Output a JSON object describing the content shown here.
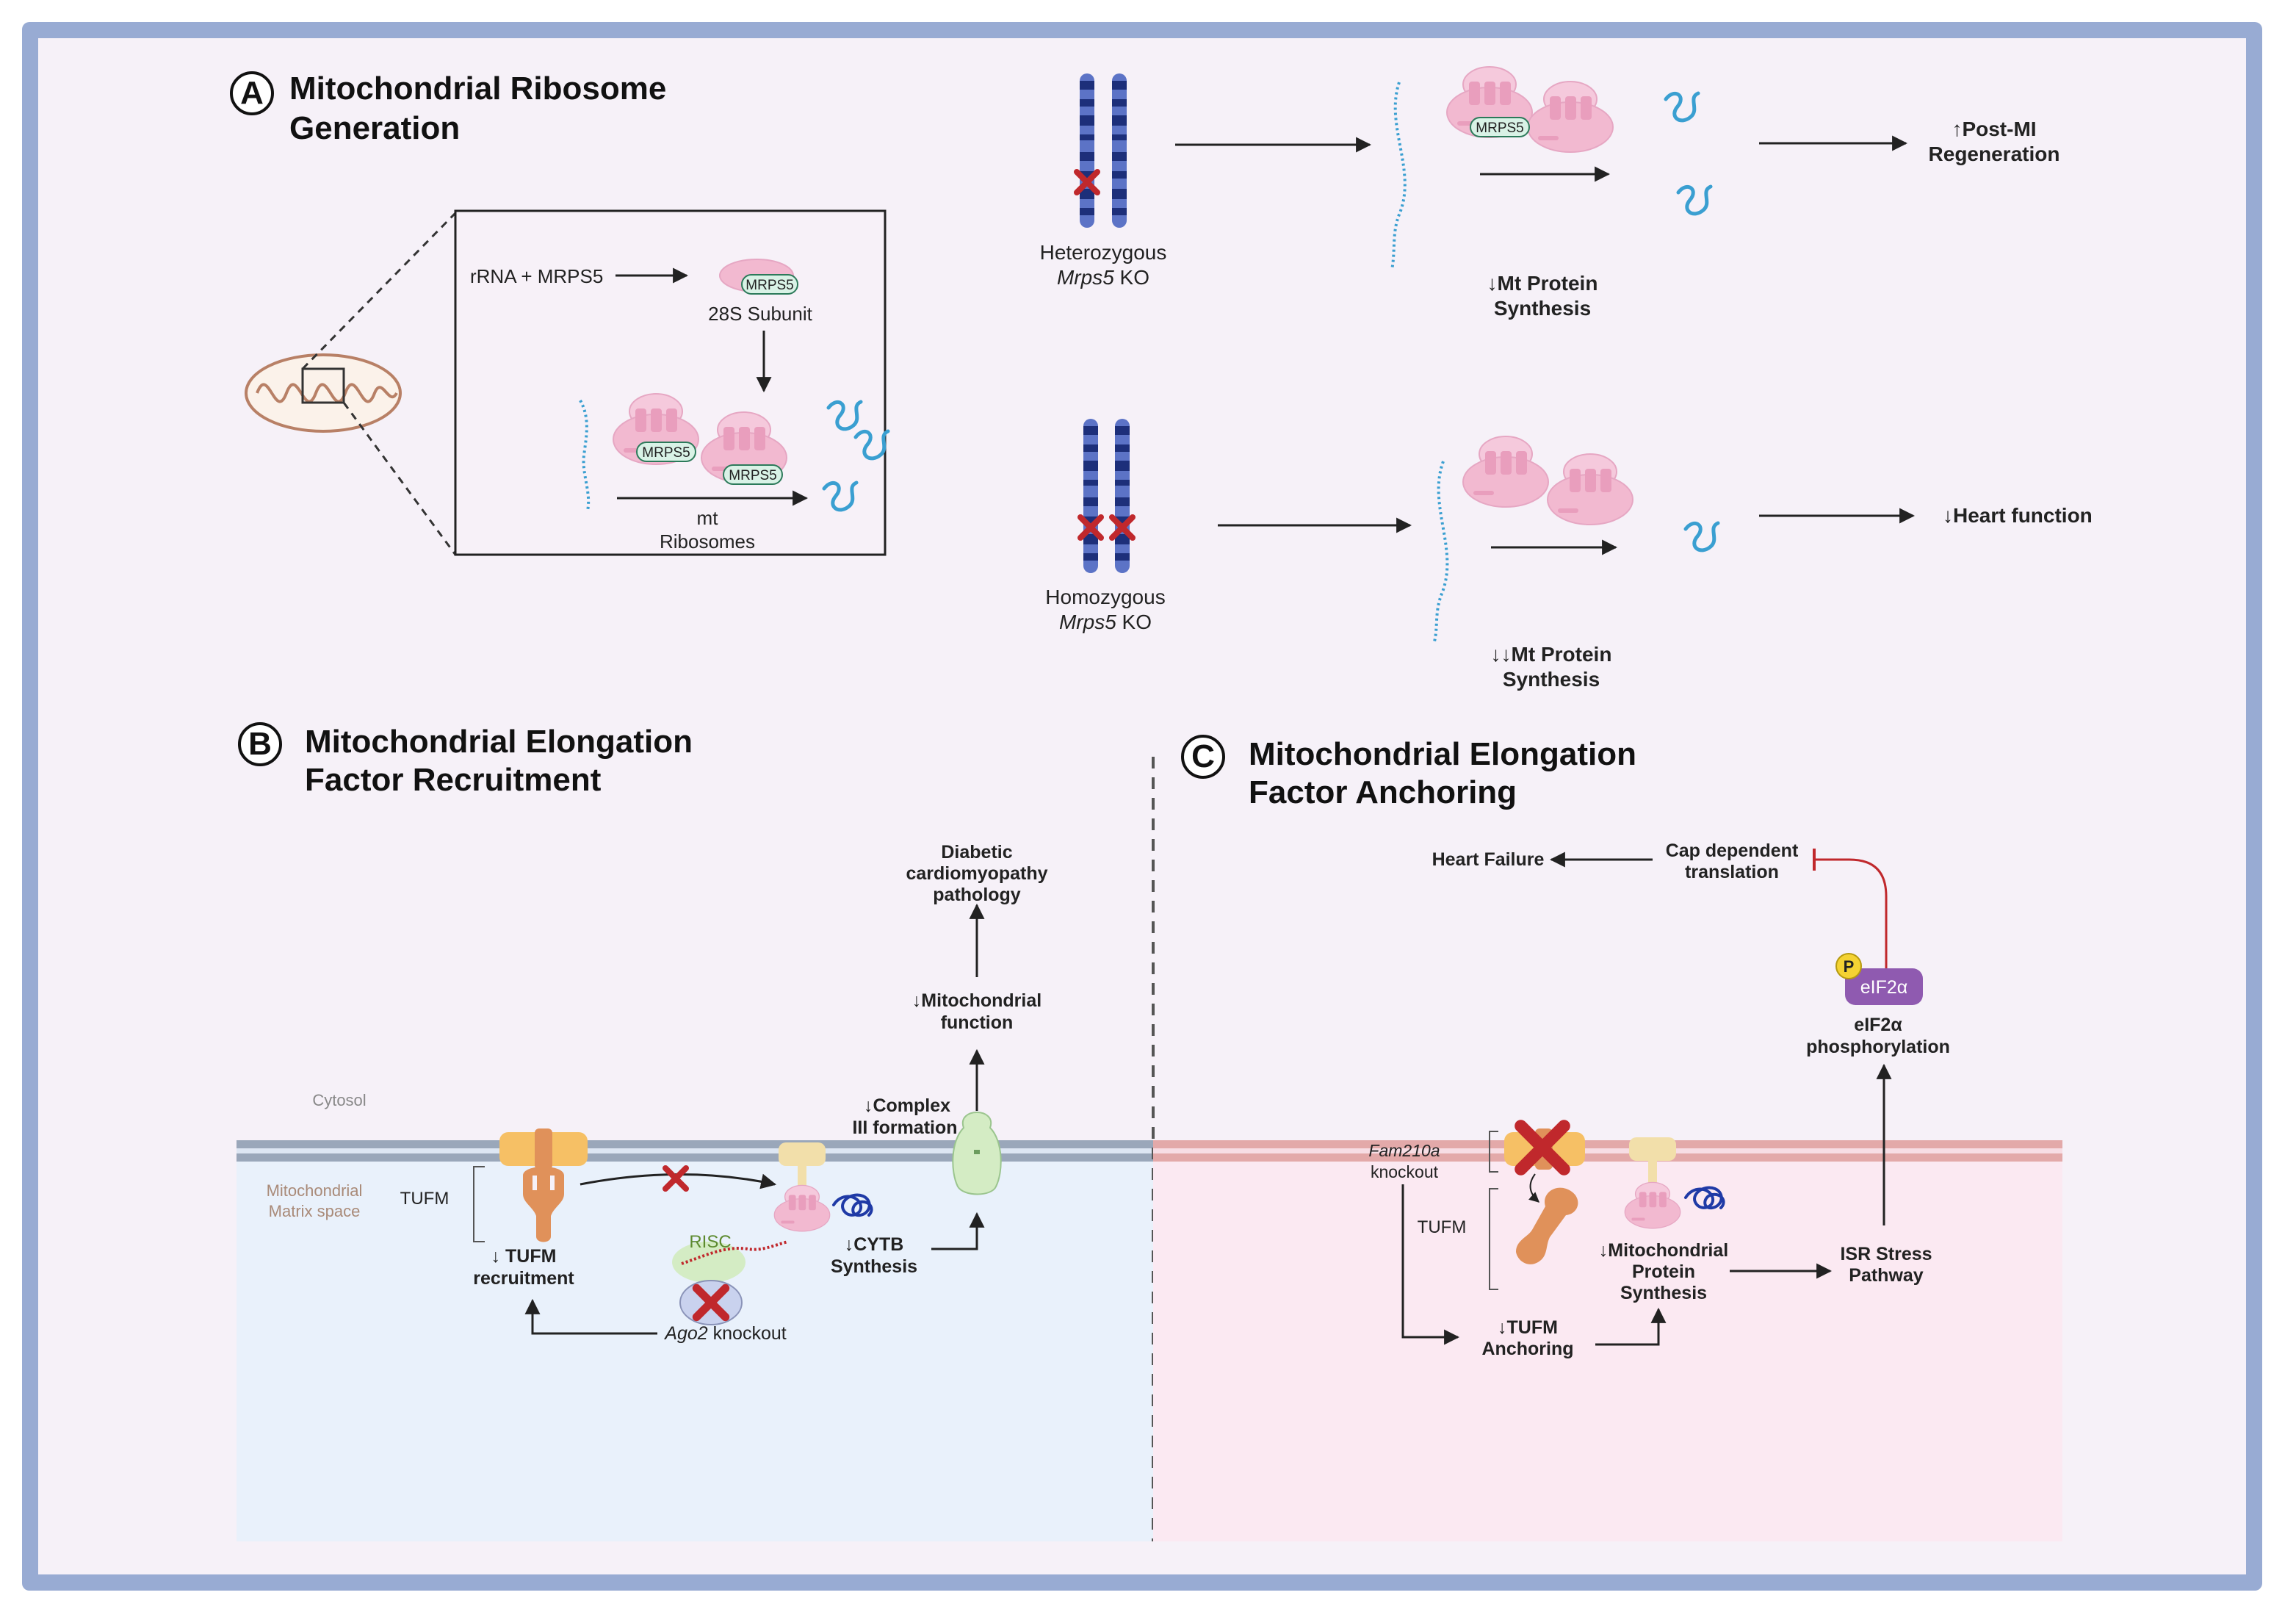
{
  "panels": {
    "a": {
      "letter": "A",
      "title_line1": "Mitochondrial Ribosome",
      "title_line2": "Generation"
    },
    "b": {
      "letter": "B",
      "title_line1": "Mitochondrial Elongation",
      "title_line2": "Factor Recruitment"
    },
    "c": {
      "letter": "C",
      "title_line1": "Mitochondrial Elongation",
      "title_line2": "Factor Anchoring"
    }
  },
  "panel_a": {
    "inset": {
      "rrna_label": "rRNA + MRPS5",
      "subunit_badge": "MRPS5",
      "subunit_label": "28S Subunit",
      "ribosome_badge_1": "MRPS5",
      "ribosome_badge_2": "MRPS5",
      "mt_label": "mt",
      "ribosomes_label": "Ribosomes"
    },
    "hetero": {
      "line1": "Heterozygous",
      "gene": "Mrps5",
      "suffix": " KO",
      "badge": "MRPS5",
      "effect_line1": "↓Mt Protein",
      "effect_line2": "Synthesis",
      "outcome_line1": "↑Post-MI",
      "outcome_line2": "Regeneration"
    },
    "homo": {
      "line1": "Homozygous",
      "gene": "Mrps5",
      "suffix": " KO",
      "effect_line1": "↓↓Mt Protein",
      "effect_line2": "Synthesis",
      "outcome": "↓Heart function"
    }
  },
  "panel_b": {
    "cytosol": "Cytosol",
    "matrix_line1": "Mitochondrial",
    "matrix_line2": "Matrix space",
    "tufm": "TUFM",
    "recruit_line1": "↓ TUFM",
    "recruit_line2": "recruitment",
    "risc": "RISC",
    "ago2_gene": "Ago2",
    "ago2_suffix": " knockout",
    "cytb_line1": "↓CYTB",
    "cytb_line2": "Synthesis",
    "complex_line1": "↓Complex",
    "complex_line2": "III formation",
    "mito_line1": "↓Mitochondrial",
    "mito_line2": "function",
    "diab_line1": "Diabetic",
    "diab_line2": "cardiomyopathy",
    "diab_line3": "pathology"
  },
  "panel_c": {
    "heart_failure": "Heart Failure",
    "cap_line1": "Cap dependent",
    "cap_line2": "translation",
    "p_badge": "P",
    "eif_badge": "eIF2α",
    "eif_line1": "eIF2α",
    "eif_line2": "phosphorylation",
    "fam_gene": "Fam210a",
    "fam_line2": "knockout",
    "tufm": "TUFM",
    "anchor_line1": "↓TUFM",
    "anchor_line2": "Anchoring",
    "mps_line1": "↓Mitochondrial",
    "mps_line2": "Protein",
    "mps_line3": "Synthesis",
    "isr_line1": "ISR Stress",
    "isr_line2": "Pathway"
  },
  "colors": {
    "frame": "#98abd3",
    "background": "#f6f1f8",
    "matrix_b": "#e9f1fb",
    "matrix_c": "#fbe9f2",
    "ribosome": "#f2b9d0",
    "mrna": "#3a9fd1",
    "chromosome": "#1d2f7a",
    "knockout_x": "#c0282c",
    "tufm": "#e0915a",
    "eif2a": "#8f5ab0",
    "phospho": "#f4d233"
  }
}
